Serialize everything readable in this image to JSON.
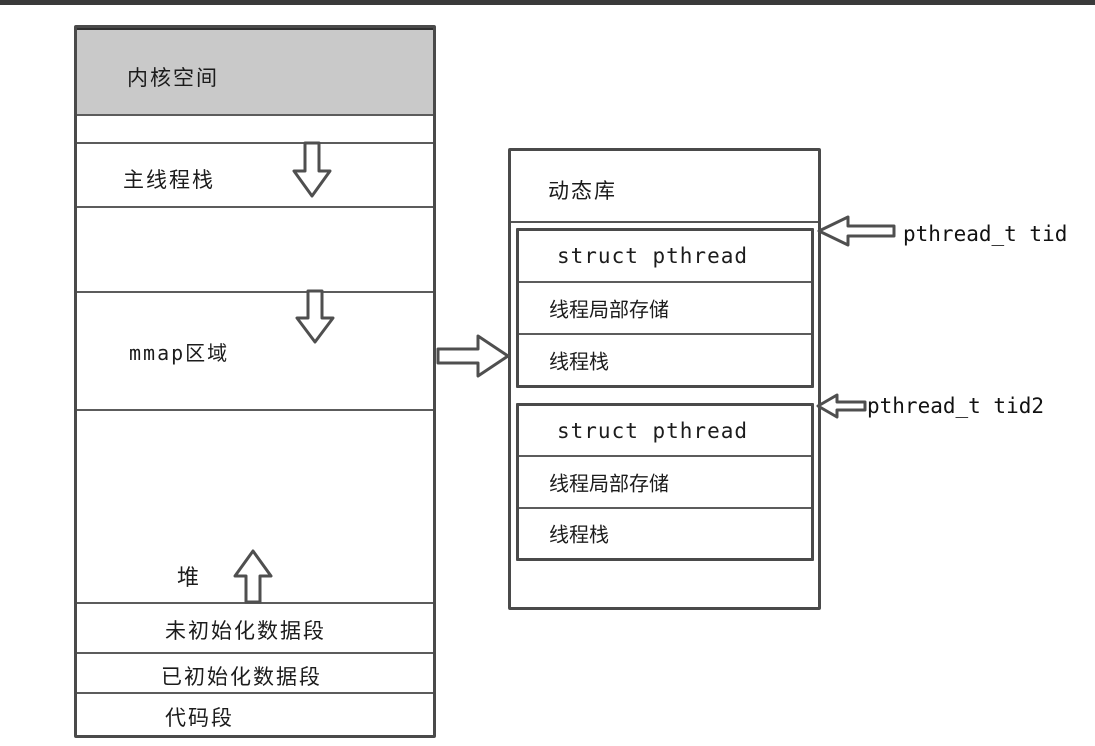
{
  "memory_map": {
    "kernel": "内核空间",
    "main_thread_stack": "主线程栈",
    "mmap_region": "mmap区域",
    "heap": "堆",
    "bss": "未初始化数据段",
    "data": "已初始化数据段",
    "code": "代码段"
  },
  "library": {
    "title": "动态库",
    "blocks": [
      {
        "struct": "struct pthread",
        "tls": "线程局部存储",
        "stack": "线程栈",
        "pointer": "pthread_t tid"
      },
      {
        "struct": "struct pthread",
        "tls": "线程局部存储",
        "stack": "线程栈",
        "pointer": "pthread_t tid2"
      }
    ]
  },
  "icons": [
    "down-arrow-icon",
    "up-arrow-icon",
    "right-arrow-icon",
    "left-arrow-icon"
  ],
  "colors": {
    "top_bar": "#3a3a3a",
    "kernel_fill": "#c9c9c9",
    "line": "#4a4a4a",
    "background": "#ffffff"
  }
}
